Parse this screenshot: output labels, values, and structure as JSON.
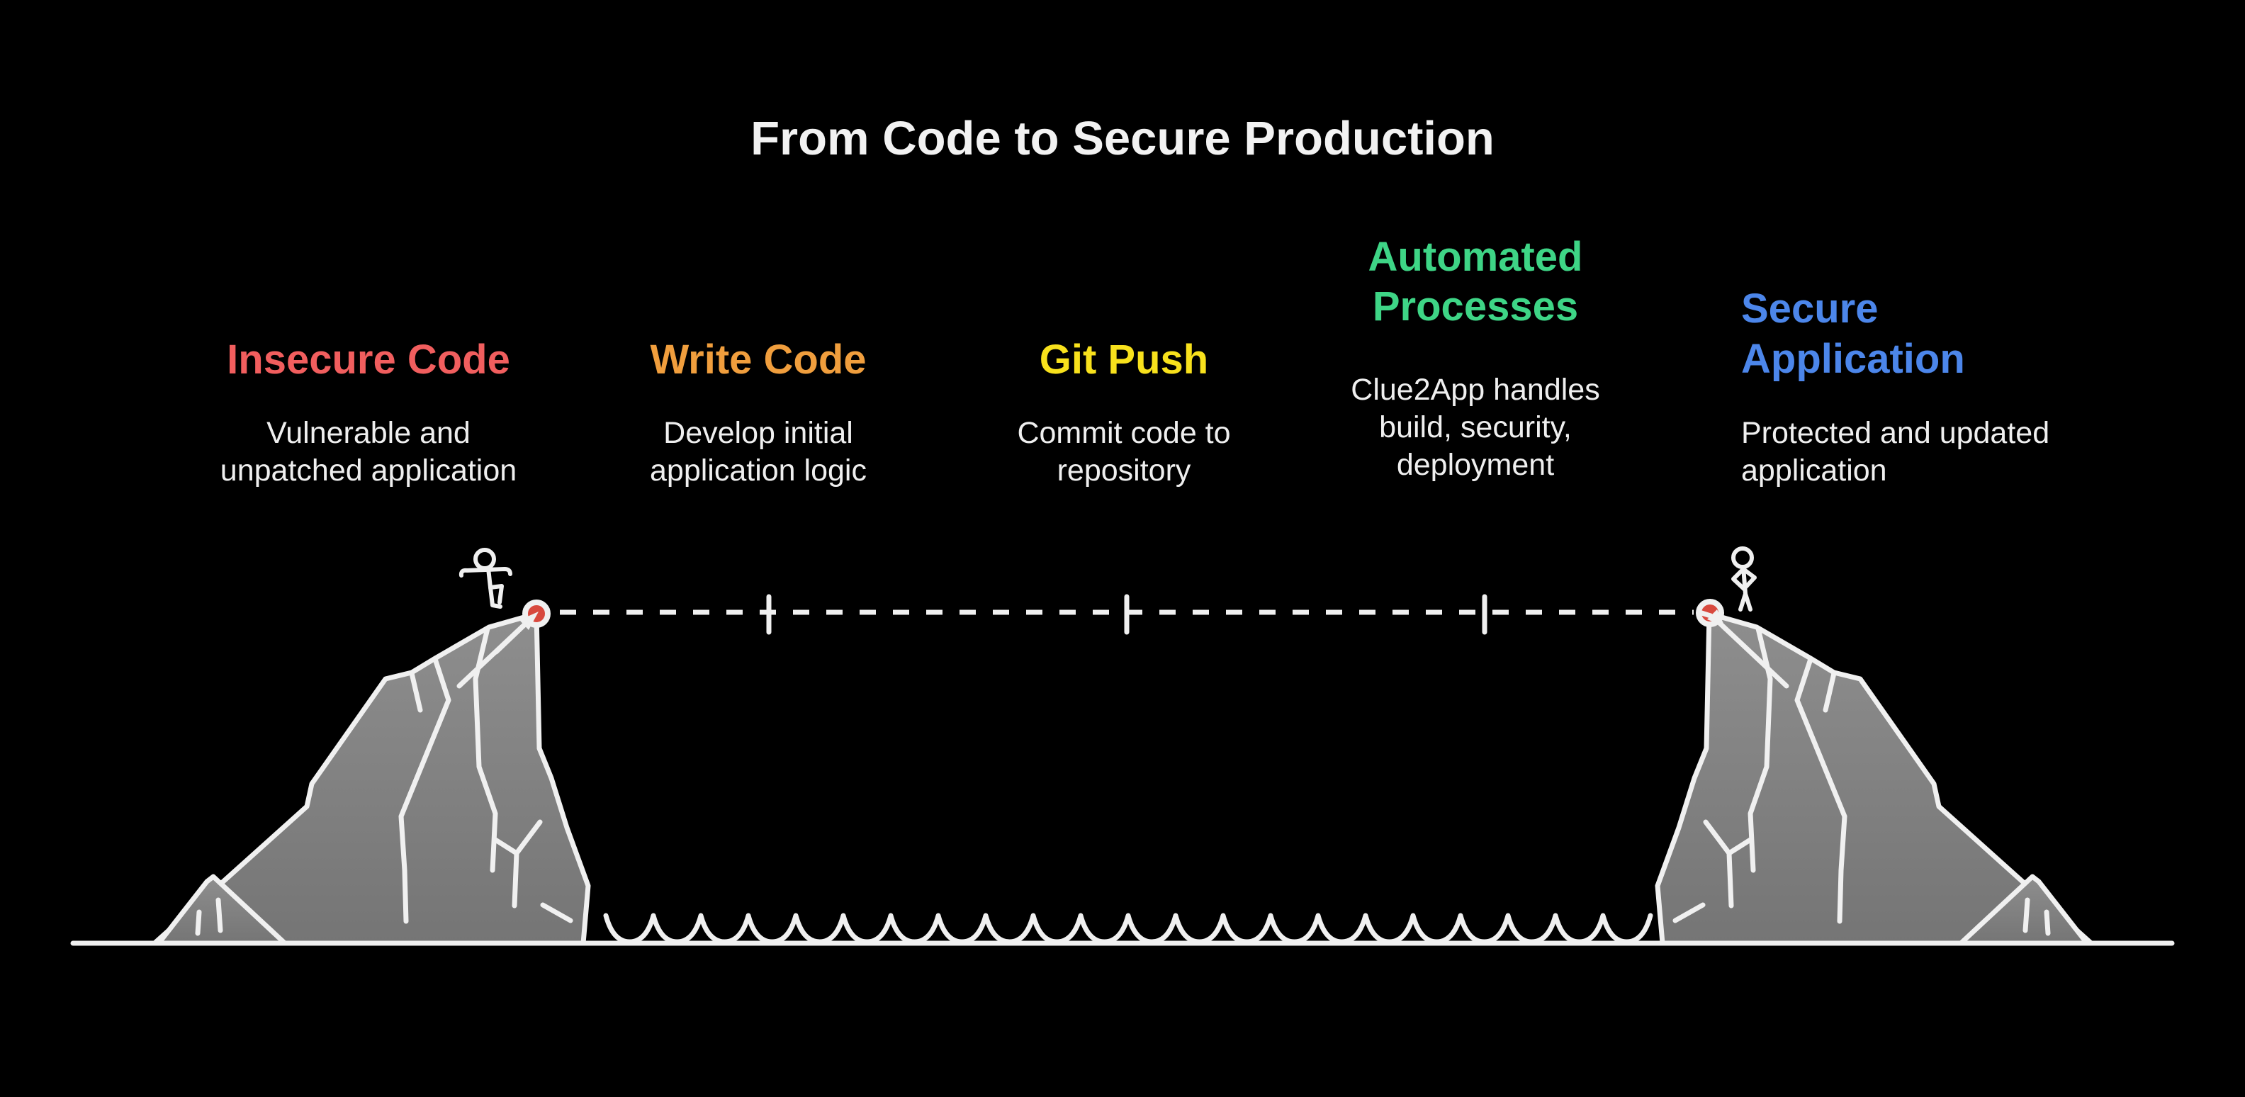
{
  "title": "From Code to Secure Production",
  "colors": {
    "background": "#000000",
    "heading_text": "#f2f2f2",
    "body_text": "#efefef",
    "outline": "#f0f0f0",
    "cliff_top": "#8e8e8e",
    "cliff_bottom": "#757575",
    "marker_red": "#d8493e"
  },
  "stages": [
    {
      "id": "insecure-code",
      "label": "Insecure Code",
      "color": "#f15e5e",
      "description": "Vulnerable and\nunpatched application"
    },
    {
      "id": "write-code",
      "label": "Write Code",
      "color": "#f09e3d",
      "description": "Develop initial\napplication logic"
    },
    {
      "id": "git-push",
      "label": "Git Push",
      "color": "#f8e11c",
      "description": "Commit code to\nrepository"
    },
    {
      "id": "automated-processes",
      "label": "Automated\nProcesses",
      "color": "#3ed586",
      "description": "Clue2App handles\nbuild, security,\ndeployment"
    },
    {
      "id": "secure-application",
      "label": "Secure\nApplication",
      "color": "#4c86ea",
      "description": "Protected and updated\napplication"
    }
  ],
  "timeline": {
    "style": "dashed",
    "tick_count": 3,
    "start_marker": "red-dot-arrow",
    "end_marker": "red-dot-arrow"
  },
  "illustration": {
    "left": "cliff-with-walking-stick-figure",
    "right": "cliff-with-standing-stick-figure",
    "between": "water-waves"
  }
}
